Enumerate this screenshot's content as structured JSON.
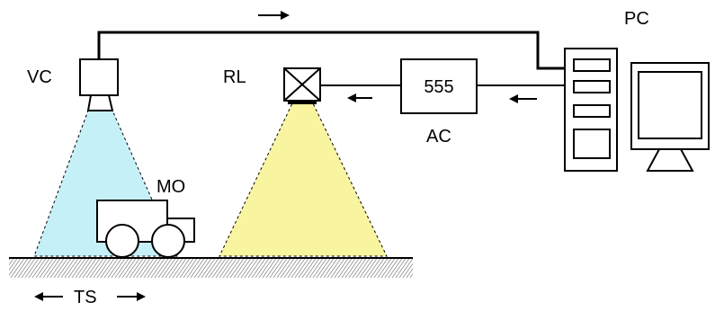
{
  "labels": {
    "pc": "PC",
    "vc": "VC",
    "rl": "RL",
    "timer": "555",
    "ac": "AC",
    "mo": "MO",
    "ts": "TS"
  },
  "colors": {
    "camera_beam": "#c6f0f8",
    "light_beam": "#f8f4a0",
    "line": "#000000",
    "ground_hatch": "#555555",
    "background": "#ffffff"
  },
  "icons": {
    "camera": "video-camera-icon",
    "lamp": "lamp-icon",
    "computer_tower": "computer-tower-icon",
    "monitor": "monitor-icon",
    "vehicle": "vehicle-icon"
  }
}
